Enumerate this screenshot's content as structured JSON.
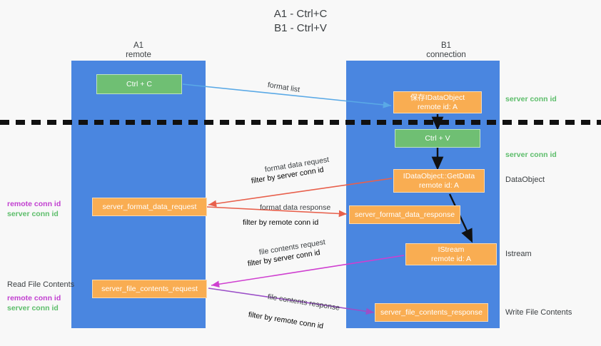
{
  "title": {
    "line1": "A1 - Ctrl+C",
    "line2": "B1 - Ctrl+V"
  },
  "lanes": [
    {
      "id": "a1",
      "name": "A1",
      "role": "remote"
    },
    {
      "id": "b1",
      "name": "B1",
      "role": "connection"
    }
  ],
  "boxes": {
    "ctrl_c": {
      "label": "Ctrl + C"
    },
    "ctrl_v": {
      "label": "Ctrl + V"
    },
    "save_idataobject": {
      "line1": "保存IDataObject",
      "line2": "remote id: A"
    },
    "getdata": {
      "line1": "IDataObject::GetData",
      "line2": "remote id: A"
    },
    "istream": {
      "line1": "IStream",
      "line2": "remote id: A"
    },
    "server_format_data_request": {
      "label": "server_format_data_request"
    },
    "server_format_data_response": {
      "label": "server_format_data_response"
    },
    "server_file_contents_request": {
      "label": "server_file_contents_request"
    },
    "server_file_contents_response": {
      "label": "server_file_contents_response"
    }
  },
  "edges": {
    "format_list": {
      "label": "format list"
    },
    "format_data_request": {
      "label": "format data request",
      "filter_prefix": "filter by",
      "filter_value": "server conn id"
    },
    "format_data_response": {
      "label": "format data response",
      "filter_prefix": "filter by",
      "filter_value": "remote conn id"
    },
    "file_contents_request": {
      "label": "file contents request",
      "filter_prefix": "filter by",
      "filter_value": "server conn id"
    },
    "file_contents_response": {
      "label": "file contents response",
      "filter_prefix": "filter by",
      "filter_value": "remote conn id"
    }
  },
  "annotations": {
    "server_conn_id_top": "server conn id",
    "server_conn_id_mid": "server conn id",
    "dataobject": "DataObject",
    "istream": "Istream",
    "write_file_contents": "Write File Contents",
    "read_file_contents": "Read File Contents",
    "left_remote_conn_id_1": "remote conn id",
    "left_server_conn_id_1": "server conn id",
    "left_remote_conn_id_2": "remote conn id",
    "left_server_conn_id_2": "server conn id"
  },
  "colors": {
    "lane": "#4a86e0",
    "orange": "#f9ad52",
    "green_box": "#6fbf73",
    "green_text": "#5cbd6a",
    "magenta_text": "#c13fd0",
    "arrow_blue": "#5aa9e6",
    "arrow_red": "#e8604c",
    "arrow_magenta": "#cf3fd0",
    "arrow_purple": "#9b4fc8",
    "arrow_black": "#111111",
    "background": "#f8f8f8"
  }
}
